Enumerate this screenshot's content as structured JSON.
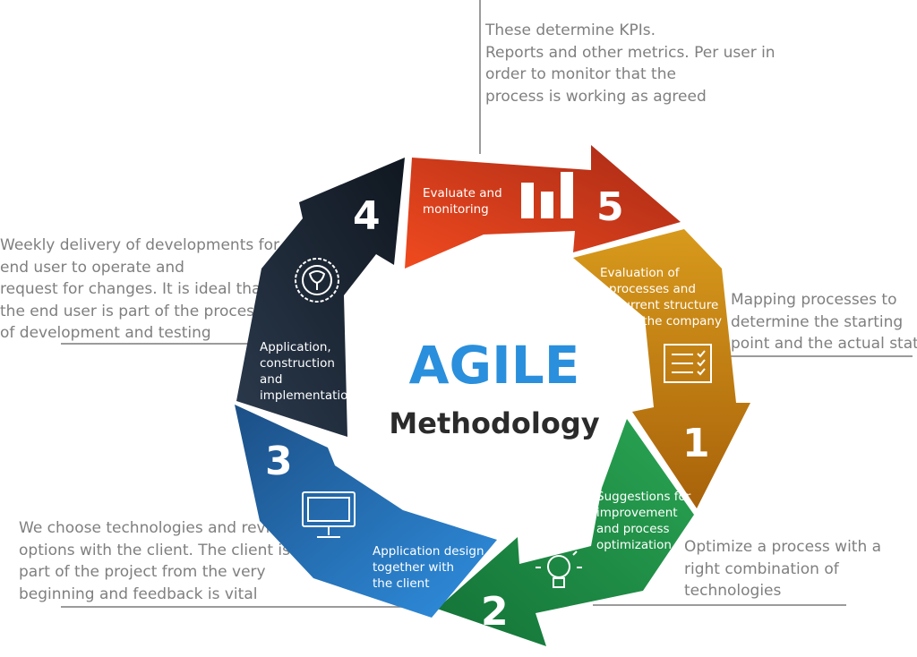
{
  "center": {
    "title": "AGILE",
    "subtitle": "Methodology"
  },
  "steps": [
    {
      "number": "1",
      "label_lines": [
        "Evaluation of",
        "processes and",
        "current structure",
        "of the company"
      ],
      "icon": "checklist-icon",
      "color": "#c8830f"
    },
    {
      "number": "2",
      "label_lines": [
        "Suggestions for",
        "improvement",
        "and process",
        "optimization"
      ],
      "icon": "lightbulb-icon",
      "color": "#1e8a45"
    },
    {
      "number": "3",
      "label_lines": [
        "Application design",
        "together with",
        "the client"
      ],
      "icon": "monitor-icon",
      "color": "#2670b5"
    },
    {
      "number": "4",
      "label_lines": [
        "Application,",
        "construction",
        "and",
        "implementation"
      ],
      "icon": "gear-brain-icon",
      "color": "#17202c"
    },
    {
      "number": "5",
      "label_lines": [
        "Evaluate and",
        "monitoring"
      ],
      "icon": "bar-chart-icon",
      "color": "#c73a1f"
    }
  ],
  "notes": {
    "top": [
      "These determine KPIs.",
      "Reports and other metrics. Per user in",
      "order to monitor that the",
      "process is working as agreed"
    ],
    "left": [
      "Weekly delivery of developments for the",
      "end user to operate and",
      "request for changes. It is ideal that",
      "the end user is part of the process",
      "of development and testing"
    ],
    "right_1": [
      "Mapping processes to",
      "determine the starting",
      "point and the actual state"
    ],
    "bottom": [
      "We choose technologies and review",
      "options with the client. The client is",
      "part of the project from the very",
      "beginning and feedback is vital"
    ],
    "right_2": [
      "Optimize a process with a",
      "right combination of",
      "technologies"
    ]
  },
  "colors": {
    "title": "#2a8fdc",
    "note_text": "#7f7f7f",
    "connector": "#7a7a7a"
  }
}
